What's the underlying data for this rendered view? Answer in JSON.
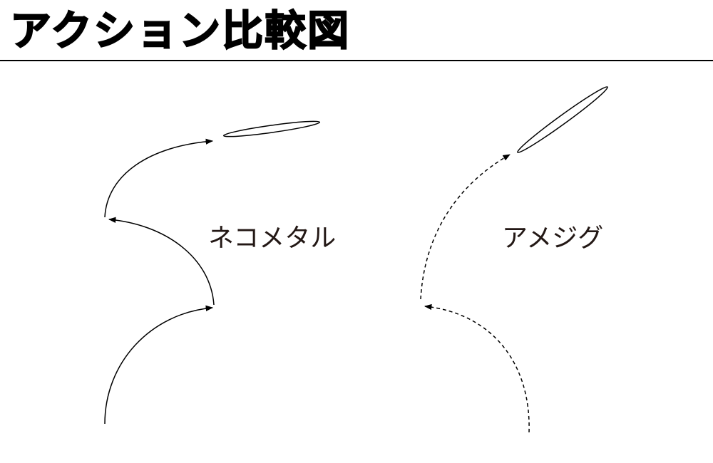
{
  "title": "アクション比較図",
  "labels": {
    "left": "ネコメタル",
    "right": "アメジグ"
  },
  "colors": {
    "ink": "#000000",
    "label": "#231815"
  }
}
